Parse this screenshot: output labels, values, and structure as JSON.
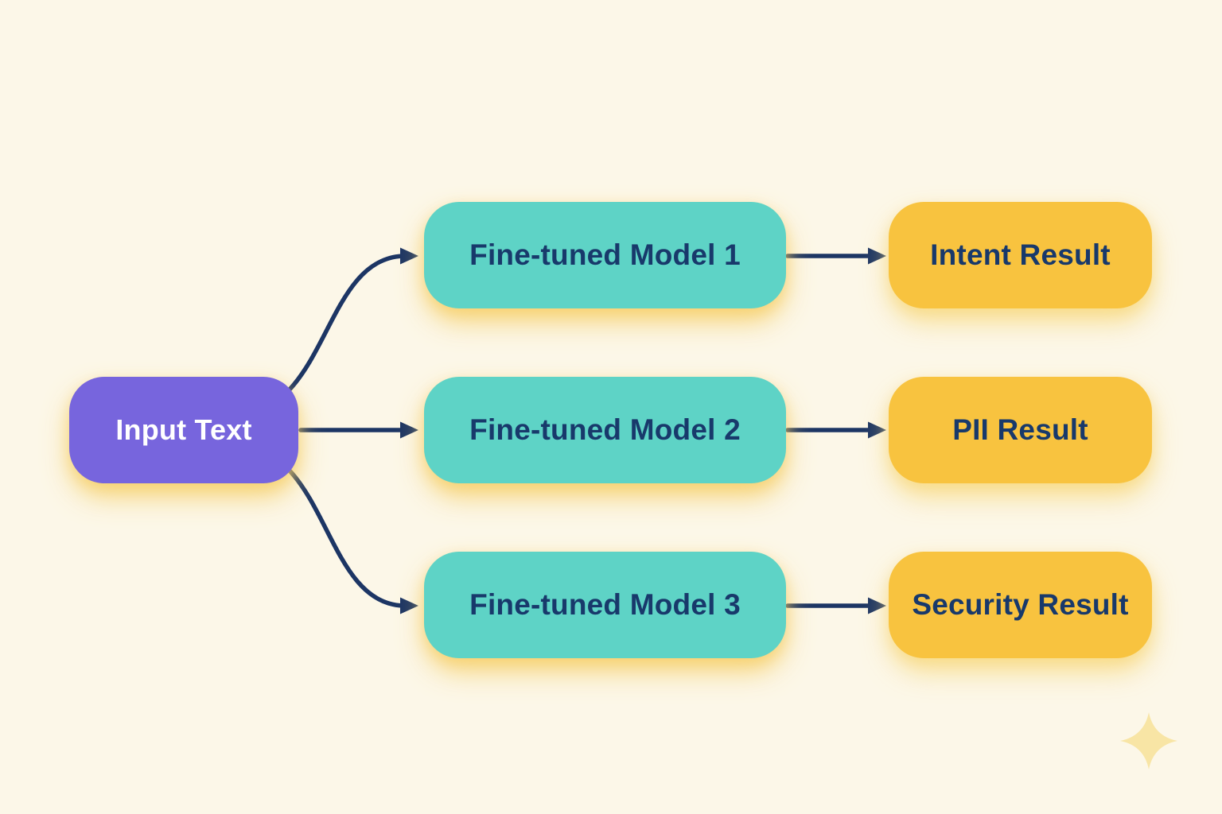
{
  "diagram": {
    "title": "fine-tuned-models-flow",
    "background_color": "#FCF7E8",
    "arrow_color": "#1C3564",
    "nodes": {
      "input": {
        "label": "Input Text",
        "color": "#7765DD",
        "text_color": "#FFFFFF"
      },
      "models": [
        {
          "label": "Fine-tuned Model 1",
          "color": "#5ED3C6",
          "text_color": "#18396B"
        },
        {
          "label": "Fine-tuned Model 2",
          "color": "#5ED3C6",
          "text_color": "#18396B"
        },
        {
          "label": "Fine-tuned Model 3",
          "color": "#5ED3C6",
          "text_color": "#18396B"
        }
      ],
      "results": [
        {
          "label": "Intent Result",
          "color": "#F8C33F",
          "text_color": "#18396B"
        },
        {
          "label": "PII Result",
          "color": "#F8C33F",
          "text_color": "#18396B"
        },
        {
          "label": "Security Result",
          "color": "#F8C33F",
          "text_color": "#18396B"
        }
      ]
    },
    "edges": [
      {
        "from": "Input Text",
        "to": "Fine-tuned Model 1"
      },
      {
        "from": "Input Text",
        "to": "Fine-tuned Model 2"
      },
      {
        "from": "Input Text",
        "to": "Fine-tuned Model 3"
      },
      {
        "from": "Fine-tuned Model 1",
        "to": "Intent Result"
      },
      {
        "from": "Fine-tuned Model 2",
        "to": "PII Result"
      },
      {
        "from": "Fine-tuned Model 3",
        "to": "Security Result"
      }
    ],
    "decoration": {
      "icon": "sparkle-icon",
      "color": "#F8E5A5"
    }
  }
}
